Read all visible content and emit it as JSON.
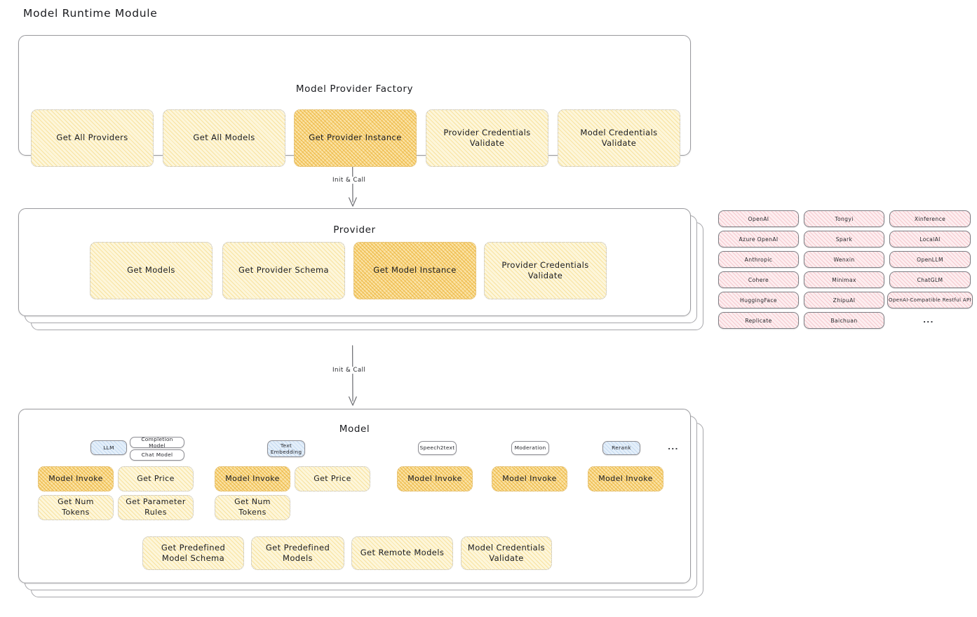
{
  "page": {
    "title": "Model Runtime Module"
  },
  "factory": {
    "title": "Model Provider Factory",
    "methods": [
      {
        "label": "Get All Providers",
        "highlighted": false
      },
      {
        "label": "Get All Models",
        "highlighted": false
      },
      {
        "label": "Get Provider Instance",
        "highlighted": true
      },
      {
        "label": "Provider Credentials Validate",
        "highlighted": false
      },
      {
        "label": "Model Credentials Validate",
        "highlighted": false
      }
    ]
  },
  "arrow_factory_to_provider": {
    "label": "Init & Call"
  },
  "provider": {
    "title": "Provider",
    "methods": [
      {
        "label": "Get Models",
        "highlighted": false
      },
      {
        "label": "Get Provider Schema",
        "highlighted": false
      },
      {
        "label": "Get Model Instance",
        "highlighted": true
      },
      {
        "label": "Provider Credentials Validate",
        "highlighted": false
      }
    ]
  },
  "arrow_provider_to_model": {
    "label": "Init & Call"
  },
  "provider_list": {
    "columns": [
      [
        "OpenAI",
        "Azure OpenAI",
        "Anthropic",
        "Cohere",
        "HuggingFace",
        "Replicate"
      ],
      [
        "Tongyi",
        "Spark",
        "Wenxin",
        "Minimax",
        "ZhipuAI",
        "Baichuan"
      ],
      [
        "Xinference",
        "LocalAI",
        "OpenLLM",
        "ChatGLM",
        "OpenAI-Compatible Restful API"
      ]
    ],
    "more": "..."
  },
  "model": {
    "title": "Model",
    "more": "...",
    "types": [
      {
        "badge": "LLM",
        "badge_style": "blue",
        "sub_badges": [
          "Completion Model",
          "Chat Model"
        ],
        "methods": [
          {
            "label": "Model Invoke",
            "highlighted": true
          },
          {
            "label": "Get Price",
            "highlighted": false
          },
          {
            "label": "Get Num Tokens",
            "highlighted": false
          },
          {
            "label": "Get Parameter Rules",
            "highlighted": false
          }
        ]
      },
      {
        "badge": "Text Embedding",
        "badge_style": "blue",
        "sub_badges": [],
        "methods": [
          {
            "label": "Model Invoke",
            "highlighted": true
          },
          {
            "label": "Get Price",
            "highlighted": false
          },
          {
            "label": "Get Num Tokens",
            "highlighted": false
          }
        ]
      },
      {
        "badge": "Speech2text",
        "badge_style": "blue",
        "sub_badges": [],
        "methods": [
          {
            "label": "Model Invoke",
            "highlighted": true
          }
        ]
      },
      {
        "badge": "Moderation",
        "badge_style": "blue",
        "sub_badges": [],
        "methods": [
          {
            "label": "Model Invoke",
            "highlighted": true
          }
        ]
      },
      {
        "badge": "Rerank",
        "badge_style": "blue",
        "sub_badges": [],
        "methods": [
          {
            "label": "Model Invoke",
            "highlighted": true
          }
        ]
      }
    ],
    "shared_methods": [
      {
        "label": "Get Predefined Model Schema",
        "highlighted": false
      },
      {
        "label": "Get Predefined Models",
        "highlighted": false
      },
      {
        "label": "Get Remote Models",
        "highlighted": false
      },
      {
        "label": "Model Credentials Validate",
        "highlighted": false
      }
    ]
  },
  "colors": {
    "box_fill": "#fdf6da",
    "box_fill_highlight": "#fbe3a6",
    "provider_chip_fill": "#fdeef0",
    "badge_blue_fill": "#e4effa",
    "panel_border": "#9a9a9e",
    "text": "#1a1b1f"
  }
}
